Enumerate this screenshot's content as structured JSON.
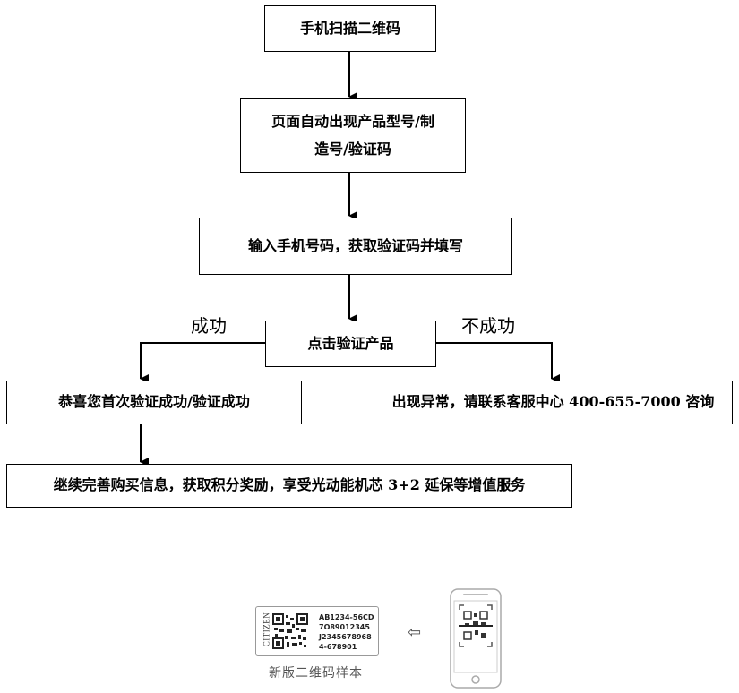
{
  "flow": {
    "step1": "手机扫描二维码",
    "step2_line1": "页面自动出现产品型号/制",
    "step2_line2": "造号/验证码",
    "step3": "输入手机号码，获取验证码并填写",
    "step4": "点击验证产品",
    "branch_success": "成功",
    "branch_fail": "不成功",
    "success_result": "恭喜您首次验证成功/验证成功",
    "fail_result": "出现异常，请联系客服中心 400-655-7000 咨询",
    "final_step": "继续完善购买信息，获取积分奖励，享受光动能机芯 3+2 延保等增值服务"
  },
  "sample": {
    "brand": "CITIZEN",
    "codes": [
      "AB1234-56CD",
      "7O89012345",
      "J2345678968",
      "4-678901"
    ],
    "caption": "新版二维码样本",
    "arrow": "⇦"
  },
  "icons": [
    "qr-code-icon",
    "smartphone-icon",
    "back-arrow-icon"
  ]
}
